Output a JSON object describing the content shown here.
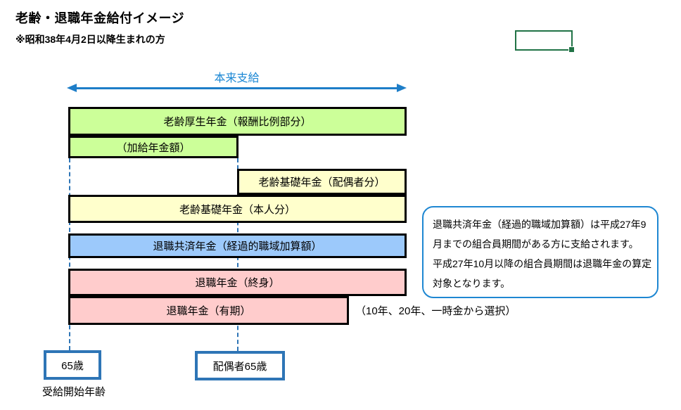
{
  "header": {
    "title": "老齢・退職年金給付イメージ",
    "subtitle": "※昭和38年4月2日以降生まれの方"
  },
  "timeline": {
    "arrow_label": "本来支給"
  },
  "bars": [
    {
      "label": "老齢厚生年金（報酬比例部分）",
      "color": "#CCFF99"
    },
    {
      "label": "（加給年金額）",
      "color": "#CCFF99"
    },
    {
      "label": "老齢基礎年金（配偶者分）",
      "color": "#FFFFCC"
    },
    {
      "label": "老齢基礎年金（本人分）",
      "color": "#FFFFCC"
    },
    {
      "label": "退職共済年金（経過的職域加算額）",
      "color": "#9CC9FB"
    },
    {
      "label": "退職年金（終身）",
      "color": "#FFCCCC"
    },
    {
      "label": "退職年金（有期）",
      "color": "#FFCCCC"
    }
  ],
  "annotations": {
    "payout_options": "（10年、20年、一時金から選択）",
    "callout_lines": [
      "退職共済年金（経過的職域加算額）は平成27年9",
      "月までの組合員期間がある方に支給されます。",
      "平成27年10月以降の組合員期間は退職年金の算定",
      "対象となります。"
    ]
  },
  "age_markers": [
    {
      "label": "65歳"
    },
    {
      "label": "配偶者65歳"
    }
  ],
  "footer": {
    "label": "受給開始年齢"
  },
  "colors": {
    "bar_green": "#CCFF99",
    "bar_yellow": "#FFFFCC",
    "bar_blue": "#9CC9FB",
    "bar_pink": "#FFCCCC",
    "bar_border": "#000000",
    "accent_blue": "#1E87D2",
    "marker_border": "#2E75B6",
    "excel_selection_green": "#217346"
  }
}
